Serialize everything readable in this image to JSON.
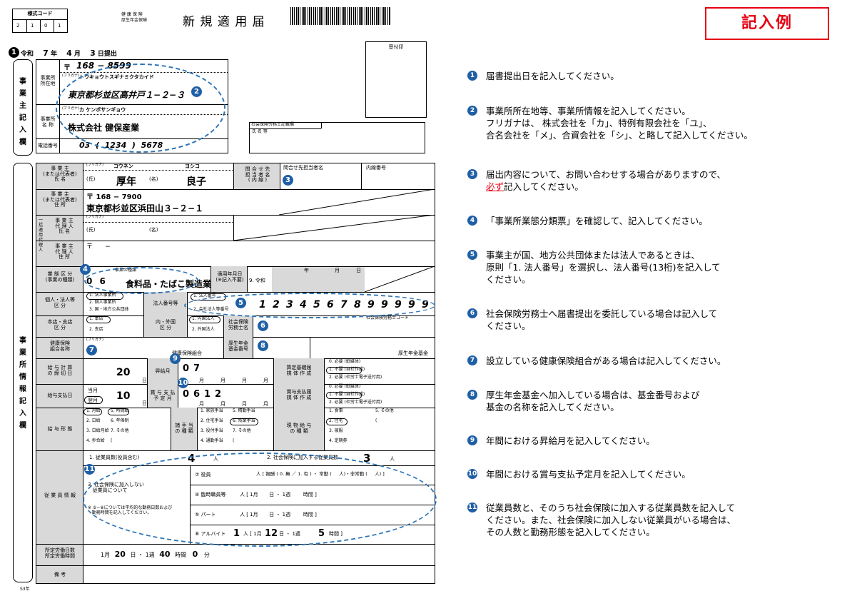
{
  "header": {
    "code_label": "様式コード",
    "code_digits": [
      "2",
      "1",
      "0",
      "1"
    ],
    "ins_line1": "健 康 保 険",
    "ins_line2": "厚生年金保険",
    "title": "新 規 適 用 届",
    "badge": "記入例",
    "uketsuke": "受付印"
  },
  "date": {
    "era": "令和",
    "y": "7",
    "y_l": "年",
    "m": "4",
    "m_l": "月",
    "d": "3",
    "d_l": "日提出"
  },
  "employer": {
    "side_label": "事業主記入欄",
    "postal_mark": "〒",
    "postal": "168 − 8599",
    "addr_label": "事業所\n所在地",
    "furi_label": "(フリガナ)",
    "addr_kana": "トウキョウトスギナミクタカイド",
    "address": "東京都杉並区高井戸１−２−３",
    "name_label": "事業所\n名 称",
    "name_kana": "カ ケンポサンギョウ",
    "name": "株式会社 健保産業",
    "tel_label": "電話番号",
    "tel": "03  (  1234  )  5678",
    "sharoushi_label": "社会保険労務士記載欄",
    "shimei_label": "氏 名 等"
  },
  "info": {
    "side_label": "事業所情報記入欄",
    "owner_label": "事 業 主\n(または代表者)\n氏 名",
    "owner_kana_last": "コウネン",
    "owner_kana_first": "ヨシコ",
    "owner_last": "厚年",
    "owner_first": "良子",
    "sei": "(氏)",
    "mei": "(名)",
    "toiawase_label": "問 合 せ 先\n担 当 者 名\n( 内 線 )",
    "toiawase_col1": "問合せ先担当者名",
    "toiawase_col2": "内線番号",
    "owner_addr_label": "事 業 主\n(または代表者)\n住 所",
    "owner_postal": "〒  168 − 7900",
    "owner_addr": "東京都杉並区浜田山３−２−１",
    "agent_label": "事 業 主\n代 理 人\n氏 名",
    "agent_addr_label": "事 業 主\n代 理 人\n住 所",
    "agent_side": "一括適用代理人",
    "agent_postal": "〒      −",
    "gyotai_label": "業 態 区 分\n(事業の種類)",
    "gyotai_head": "事業の種類",
    "gyotai_code": "0 6",
    "gyotai_name": "食料品・たばこ製造業",
    "tekiyou_label": "適用年月日\n(※記入不要)",
    "reiwa": "9. 令和",
    "ymd": [
      "年",
      "月",
      "日"
    ],
    "kojin_label": "個人・法人等\n区 分",
    "kojin_opts": [
      "1. 法人事業所",
      "2. 個人事業所",
      "3. 国・地方公共団体"
    ],
    "hojin_label": "法人番号等",
    "hojin_opts": [
      "1. 法人番号",
      "2. 会社法人等番号"
    ],
    "hojin_digits": [
      "1",
      "2",
      "3",
      "4",
      "5",
      "6",
      "7",
      "8",
      "9",
      "9",
      "9",
      "9",
      "9"
    ],
    "honten_label": "本店・支店\n区 分",
    "honten_opts": [
      "1. 本店",
      "2. 支店"
    ],
    "naigai_label": "内・外国\n区 分",
    "naigai_opts": [
      "1. 内国法人",
      "2. 外国法人"
    ],
    "shaho_label": "社会保険\n労務士名",
    "shaho_code": "社会保険労務士コード",
    "kumiai_label": "健康保険\n組合名称",
    "kumiai_suffix": "健康保険組合",
    "kikin_label": "厚生年金\n基金番号",
    "kikin_suffix": "厚生年金基金",
    "kyuyo_kei_label": "給 与 計 算\nの 締 切 日",
    "kyuyo_kei_val": "20",
    "nichi": "日",
    "shokyu_label": "昇給月",
    "shokyu_vals": [
      "0",
      "7"
    ],
    "tsuki": "月",
    "santei_label": "算定基礎届\n媒 体 作 成",
    "santei_opts": [
      "0. 必要 (紙媒体)",
      "1. 不要 (自社作成)",
      "2. 必要 (社労士電子送付用)"
    ],
    "shiharai_label": "給与支払日",
    "shiharai_top": "当月",
    "shiharai_sel": "翌月",
    "shiharai_val": "10",
    "shoyo_label": "賞 与 支 払\n予 定 月",
    "shoyo_vals": [
      "0",
      "6",
      "1",
      "2"
    ],
    "shoyo_doc_label": "賞与支払届\n媒 体 作 成",
    "shoyo_doc_opts": [
      "0. 必要 (紙媒体)",
      "1. 不要 (自社作成)",
      "2. 必要 (社労士電子送付用)"
    ],
    "keitai_label": "給 与 形 態",
    "keitai_opts": [
      "1. 月給",
      "5. 時間給",
      "2. 日給",
      "6. 年俸制",
      "3. 日給月給",
      "7. その他",
      "4. 歩合給",
      "("
    ],
    "teate_label": "諸 手 当\nの 種 類",
    "teate_opts": [
      "1. 家族手当",
      "5. 精勤手当",
      "2. 住宅手当",
      "6. 残業手当",
      "3. 役付手当",
      "7. その他",
      "4. 通勤手当",
      "("
    ],
    "genbutsu_label": "現 物 給 与\nの 種 類",
    "genbutsu_opts": [
      "1. 食事",
      "5. その他",
      "2. 住宅",
      "(",
      "3. 被服",
      "4. 定期券"
    ],
    "jugyoin_label": "従 業 員 情 報",
    "jugyoin_count_label": "1. 従業員数(役員含む)",
    "jugyoin_count": "4",
    "nin": "人",
    "kanyu_label": "2. 社会保険に加入する従業員数",
    "kanyu_count": "3",
    "hikanyu_note": "3. 社会保険に加入しない\n   従業員について",
    "hikanyu_note2": "※ ⑤~⑧については平均的な勤務日数および\n   勤務時間を記入してください。",
    "yakuin": "⑦ 役員",
    "yakuin_detail": "人 [ 報酬 ( 0. 無 ／ 1. 有 ) ・ 常勤 (     人)・非常勤 (     人) ]",
    "rinji": "④ 臨時職員等",
    "rinji_detail": "人 [ 1月       日 ・ 1週        時間 ]",
    "part": "⑤ パート",
    "part_detail": "人 [ 1月       日 ・ 1週        時間 ]",
    "arbeit": "⑧ アルバイト",
    "arbeit_n": "1",
    "arbeit_detail1": "人 [ 1月",
    "arbeit_days": "12",
    "arbeit_detail2": "日 ・ 1週",
    "arbeit_hours": "5",
    "arbeit_detail3": "時間 ]",
    "shotei_label": "所定労働日数\n所定労働時間",
    "shotei_text1": "1月",
    "shotei_days": "20",
    "shotei_text2": "日 ・ 1週",
    "shotei_hours": "40",
    "shotei_text3": "時間",
    "shotei_min": "0",
    "shotei_text4": "分",
    "biko_label": "備 考",
    "footer": "S3年"
  },
  "instructions": [
    {
      "n": "1",
      "text": "届書提出日を記入してください。"
    },
    {
      "n": "2",
      "text": "事業所所在地等、事業所情報を記入してください。\nフリガナは、 株式会社を「カ」、特例有限会社を「ユ」、\n合名会社を「メ」、合資会社を「シ」、と略して記入してください。"
    },
    {
      "n": "3",
      "text1": "届出内容について、お問い合わせする場合がありますので、",
      "em": "必ず",
      "text2": "記入してください。"
    },
    {
      "n": "4",
      "text": "「事業所業態分類票」を確認して、記入してください。"
    },
    {
      "n": "5",
      "text": "事業主が国、地方公共団体または法人であるときは、\n原則「1. 法人番号」を選択し、法人番号(13桁)を記入して\nください。"
    },
    {
      "n": "6",
      "text": "社会保険労務士へ届書提出を委託している場合は記入して\nください。"
    },
    {
      "n": "7",
      "text": "設立している健康保険組合がある場合は記入してください。"
    },
    {
      "n": "8",
      "text": "厚生年金基金へ加入している場合は、基金番号および\n基金の名称を記入してください。"
    },
    {
      "n": "9",
      "text": "年間における昇給月を記入してください。"
    },
    {
      "n": "10",
      "text": "年間における賞与支払予定月を記入してください。"
    },
    {
      "n": "11",
      "text": "従業員数と、そのうち社会保険に加入する従業員数を記入して\nください。また、社会保険に加入しない従業員がいる場合は、\nその人数と勤務形態を記入してください。"
    }
  ],
  "colors": {
    "accent_blue": "#1f5fa6",
    "red": "#e60012",
    "gray_cell": "#d9d9d9"
  }
}
